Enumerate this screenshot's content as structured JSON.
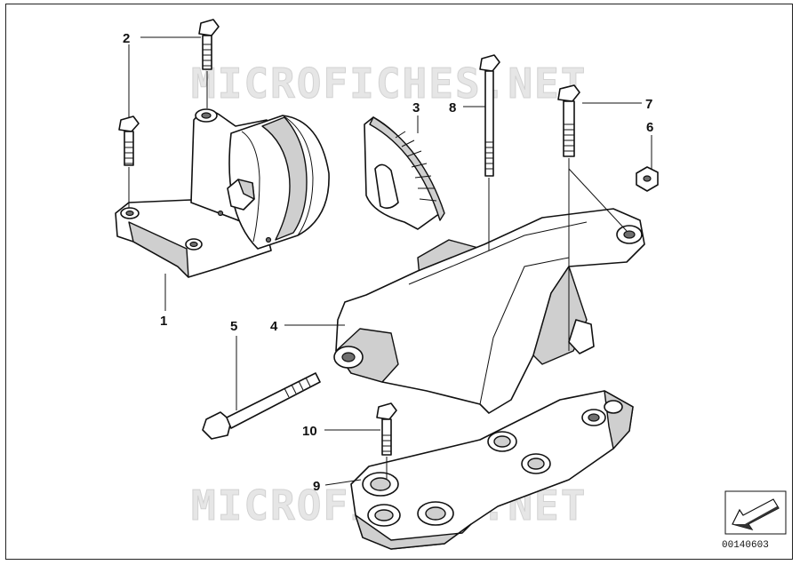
{
  "watermark": {
    "top_text": "MICROFICHES.NET",
    "bottom_text": "MICROFICHES.NET"
  },
  "callouts": [
    {
      "id": "1",
      "label": "1"
    },
    {
      "id": "2",
      "label": "2"
    },
    {
      "id": "3",
      "label": "3"
    },
    {
      "id": "4",
      "label": "4"
    },
    {
      "id": "5",
      "label": "5"
    },
    {
      "id": "6",
      "label": "6"
    },
    {
      "id": "7",
      "label": "7"
    },
    {
      "id": "8",
      "label": "8"
    },
    {
      "id": "9",
      "label": "9"
    },
    {
      "id": "10",
      "label": "10"
    }
  ],
  "document_number": "00140603",
  "icons": {
    "direction_arrow": "front-direction-arrow-icon"
  },
  "colors": {
    "line": "#111111",
    "shade": "#cfcfcf",
    "watermark": "#e6e6e6"
  }
}
